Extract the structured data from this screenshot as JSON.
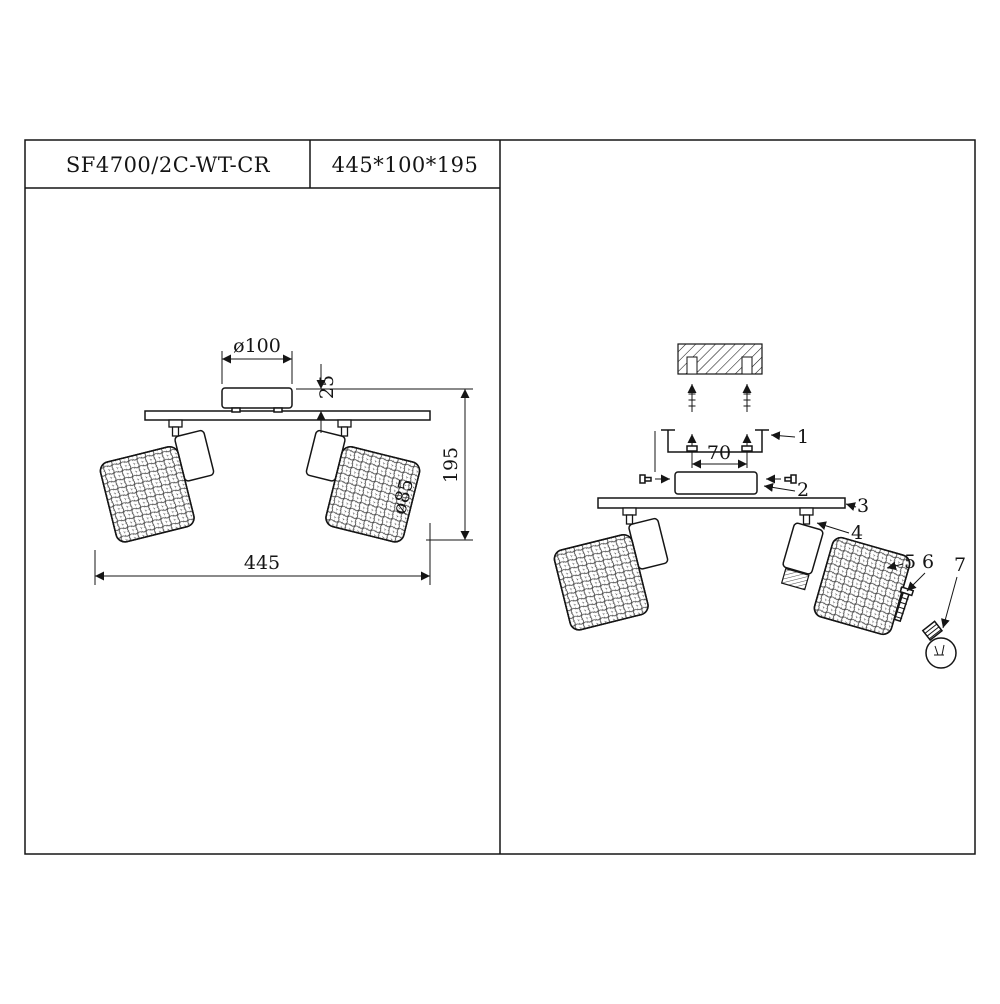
{
  "title_block": {
    "model": "SF4700/2C-WT-CR",
    "size": "445*100*195"
  },
  "left_view": {
    "dim_canopy_diameter": "ø100",
    "dim_canopy_height": "25",
    "dim_fixture_height": "195",
    "dim_shade_diameter": "ø85",
    "dim_overall_length": "445"
  },
  "right_view": {
    "dim_screw_spacing": "70",
    "part_labels": [
      "1",
      "2",
      "3",
      "4",
      "5",
      "6",
      "7"
    ]
  },
  "colors": {
    "line": "#151515",
    "background": "#ffffff"
  }
}
